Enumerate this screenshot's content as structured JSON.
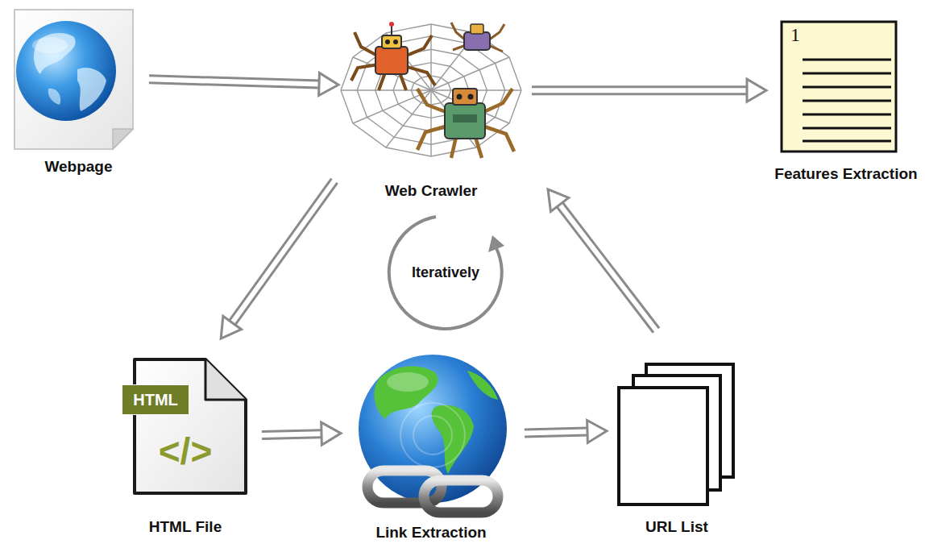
{
  "diagram": {
    "nodes": [
      {
        "text": [
          "Webpage"
        ]
      },
      {
        "text": [
          "Web Crawler"
        ]
      },
      {
        "text": [
          "Features Extraction"
        ]
      },
      {
        "text": [
          "HTML File"
        ]
      },
      {
        "text": [
          "Link Extraction"
        ]
      },
      {
        "text": [
          "URL List"
        ]
      }
    ],
    "edges": [
      {
        "from": 0,
        "to": 1,
        "arrow": "to"
      },
      {
        "from": 1,
        "to": 2,
        "arrow": "to"
      },
      {
        "from": 1,
        "to": 3,
        "arrow": "to"
      },
      {
        "from": 3,
        "to": 4,
        "arrow": "to"
      },
      {
        "from": 4,
        "to": 5,
        "arrow": "to"
      },
      {
        "from": 5,
        "to": 1,
        "arrow": "to"
      }
    ],
    "labels": [
      "1",
      "HTML",
      "</>",
      "Iteratively"
    ]
  }
}
